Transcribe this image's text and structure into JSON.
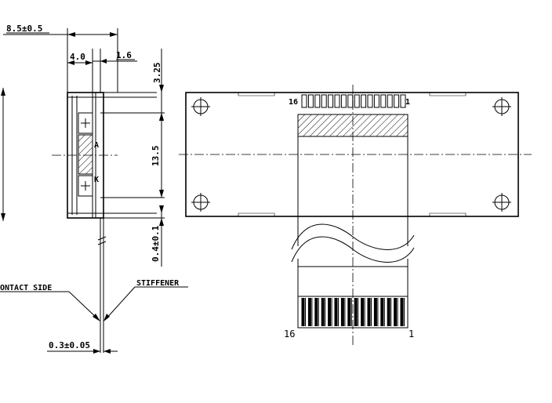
{
  "side_view": {
    "dim_overall_width": "8.5±0.5",
    "dim_a": "4.0",
    "dim_b": "1.6",
    "dim_top": "3.25",
    "dim_active_height": "13.5",
    "dim_offset": "0.4±0.1",
    "dim_fpc_thickness": "0.3±0.05",
    "label_contact_side": "ONTACT SIDE",
    "label_stiffener": "STIFFENER",
    "label_anode": "A",
    "label_cathode": "K"
  },
  "front_view": {
    "pin_first_top": "16",
    "pin_last_top": "1",
    "pin_first_bottom": "16",
    "pin_last_bottom": "1",
    "pin_count": 16
  },
  "colors": {
    "line": "#000000",
    "background": "#ffffff"
  }
}
